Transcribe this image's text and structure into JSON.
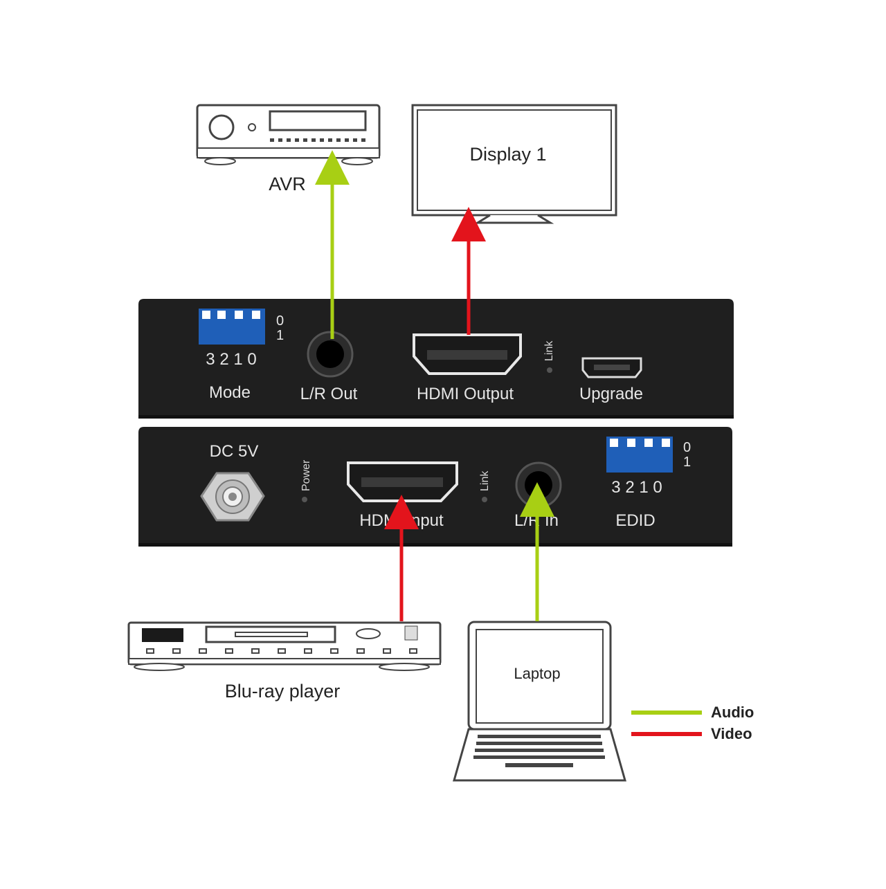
{
  "devices": {
    "avr": "AVR",
    "display": "Display 1",
    "bluray": "Blu-ray player",
    "laptop": "Laptop"
  },
  "receiver_panel": {
    "mode_label": "Mode",
    "dip_numbers": "3 2 1 0",
    "dip_state_0": "0",
    "dip_state_1": "1",
    "lr_out": "L/R Out",
    "hdmi_output": "HDMI Output",
    "link": "Link",
    "upgrade": "Upgrade"
  },
  "transmitter_panel": {
    "dc": "DC 5V",
    "power": "Power",
    "hdmi_input": "HDMI Input",
    "link": "Link",
    "lr_in": "L/R In",
    "dip_numbers": "3 2 1 0",
    "dip_state_0": "0",
    "dip_state_1": "1",
    "edid": "EDID"
  },
  "legend": [
    {
      "label": "Audio",
      "color": "#a8cf14"
    },
    {
      "label": "Video",
      "color": "#e3141c"
    }
  ],
  "colors": {
    "audio": "#a8cf14",
    "video": "#e3141c",
    "panel": "#1f1f1f",
    "dip_blue": "#1f5fb8"
  }
}
